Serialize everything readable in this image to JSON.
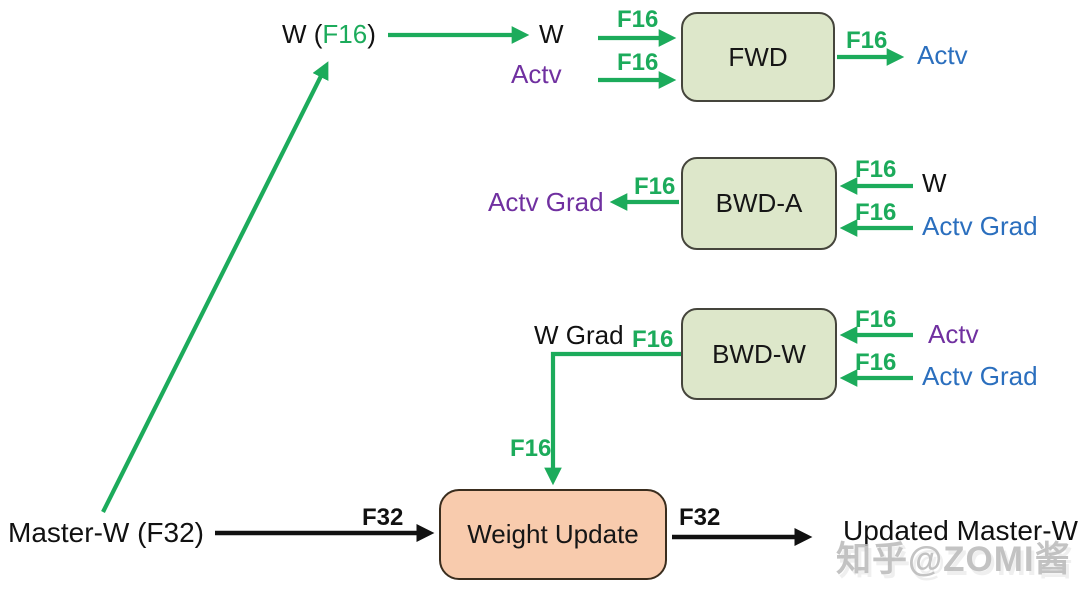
{
  "colors": {
    "arrow_green": "#1cab5b",
    "arrow_black": "#111111",
    "text_purple": "#7030a0",
    "text_blue": "#2b6fbe",
    "process_box_fill": "#dde7ca",
    "process_box_border": "#45453c",
    "update_box_fill": "#f8cbad",
    "update_box_border": "#3a2d1e",
    "watermark_gray": "#b9b9b9"
  },
  "nodes": {
    "fwd": {
      "label": "FWD"
    },
    "bwd_a": {
      "label": "BWD-A"
    },
    "bwd_w": {
      "label": "BWD-W"
    },
    "weight_update": {
      "label": "Weight Update"
    }
  },
  "labels": {
    "f16": "F16",
    "f32": "F32",
    "w_f16_prefix": "W (",
    "w_f16_precision": "F16",
    "w_f16_suffix": ")",
    "w": "W",
    "actv": "Actv",
    "actv_grad": "Actv Grad",
    "w_grad": "W Grad",
    "master_w": "Master-W (F32)",
    "updated_master_w": "Updated Master-W"
  },
  "watermark": {
    "text": "知乎@ZOMI酱"
  }
}
